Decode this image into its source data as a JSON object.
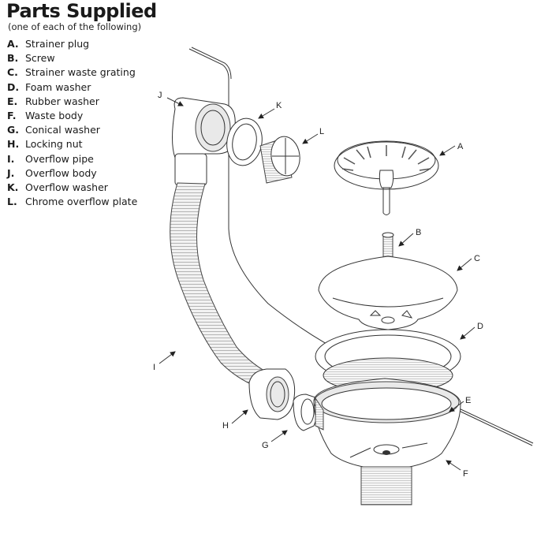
{
  "header": {
    "title": "Parts Supplied",
    "subtitle": "(one of each of the following)"
  },
  "parts": [
    {
      "letter": "A.",
      "name": "Strainer plug"
    },
    {
      "letter": "B.",
      "name": "Screw"
    },
    {
      "letter": "C.",
      "name": "Strainer waste grating"
    },
    {
      "letter": "D.",
      "name": "Foam washer"
    },
    {
      "letter": "E.",
      "name": "Rubber washer"
    },
    {
      "letter": "F.",
      "name": "Waste body"
    },
    {
      "letter": "G.",
      "name": "Conical washer"
    },
    {
      "letter": "H.",
      "name": "Locking nut"
    },
    {
      "letter": "I.",
      "name": "Overflow pipe"
    },
    {
      "letter": "J.",
      "name": "Overflow body"
    },
    {
      "letter": "K.",
      "name": "Overflow washer"
    },
    {
      "letter": "L.",
      "name": "Chrome overflow plate"
    }
  ],
  "callouts": {
    "A": "A",
    "B": "B",
    "C": "C",
    "D": "D",
    "E": "E",
    "F": "F",
    "G": "G",
    "H": "H",
    "I": "I",
    "J": "J",
    "K": "K",
    "L": "L"
  }
}
